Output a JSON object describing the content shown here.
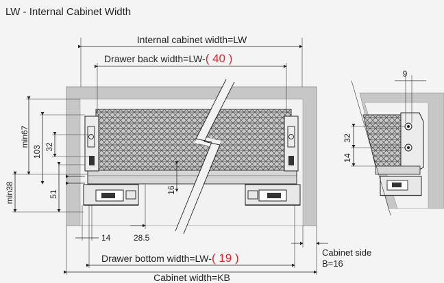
{
  "title": "LW - Internal Cabinet Width",
  "labels": {
    "internal_width": "Internal cabinet width=LW",
    "back_width_prefix": "Drawer back width=LW-",
    "back_width_value": "( 40 )",
    "bottom_width_prefix": "Drawer bottom width=LW-",
    "bottom_width_value": "( 19 )",
    "cabinet_width": "Cabinet width=KB",
    "cabinet_side": "Cabinet side",
    "cabinet_side_value": "B=16"
  },
  "dimensions": {
    "min67": "min67",
    "d103": "103",
    "d32_left": "32",
    "min38": "min38",
    "d51": "51",
    "d16": "16",
    "d14_bottom": "14",
    "d28_5": "28.5",
    "d9": "9",
    "d32_right": "32",
    "d14_right": "14"
  },
  "colors": {
    "panel": "#c7c7c7",
    "inner": "#f2f2f2",
    "accent": "#e0252b",
    "line": "#222222"
  }
}
